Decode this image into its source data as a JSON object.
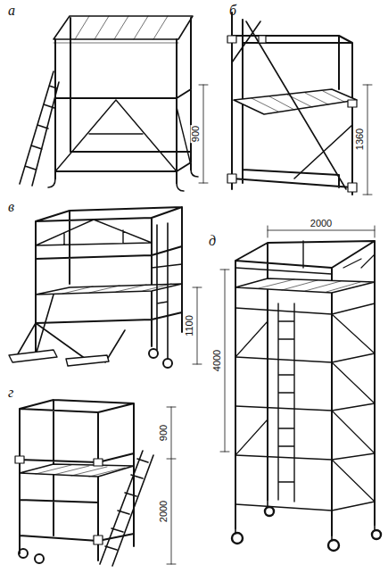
{
  "diagram": {
    "labels": [
      "а",
      "900",
      "б",
      "1360",
      "в",
      "1100",
      "г",
      "900",
      "2000",
      "д",
      "2000",
      "4000"
    ]
  }
}
